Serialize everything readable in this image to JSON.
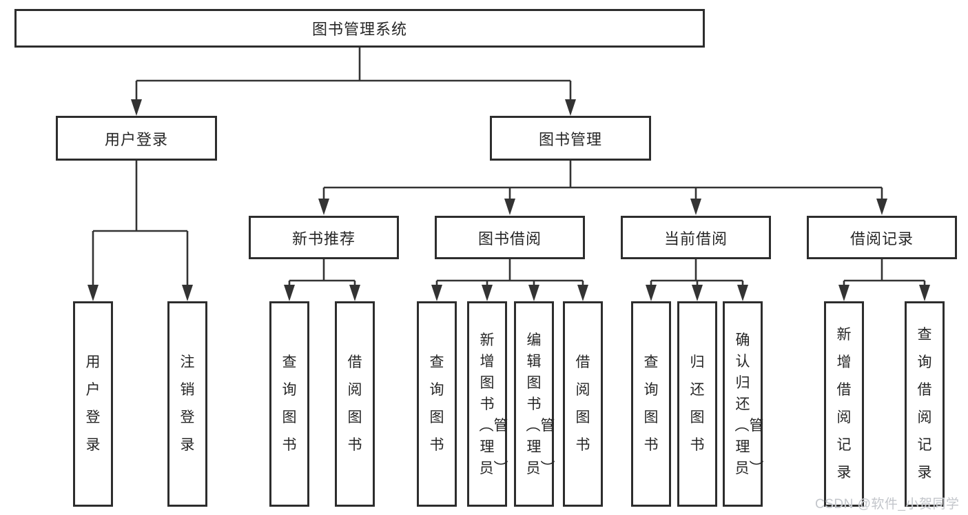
{
  "diagram": {
    "colors": {
      "line": "#333333",
      "box_border": "#2d2d2d",
      "text": "#262626",
      "watermark_text": "#c3c6cb",
      "background": "#ffffff"
    },
    "nodes": {
      "root": {
        "label": "图书管理系统"
      },
      "level2": [
        {
          "label": "用户登录"
        },
        {
          "label": "图书管理"
        }
      ],
      "level3": [
        {
          "label": "新书推荐"
        },
        {
          "label": "图书借阅"
        },
        {
          "label": "当前借阅"
        },
        {
          "label": "借阅记录"
        }
      ],
      "leaves": [
        {
          "label": "用户登录"
        },
        {
          "label": "注销登录"
        },
        {
          "label": "查询图书"
        },
        {
          "label": "借阅图书"
        },
        {
          "label": "查询图书"
        },
        {
          "label": "新增图书︵管理员︶"
        },
        {
          "label": "编辑图书︵管理员︶"
        },
        {
          "label": "借阅图书"
        },
        {
          "label": "查询图书"
        },
        {
          "label": "归还图书"
        },
        {
          "label": "确认归还︵管理员︶"
        },
        {
          "label": "新增借阅记录"
        },
        {
          "label": "查询借阅记录"
        }
      ]
    },
    "watermark": {
      "text": "CSDN @软件_小贺同学"
    }
  }
}
